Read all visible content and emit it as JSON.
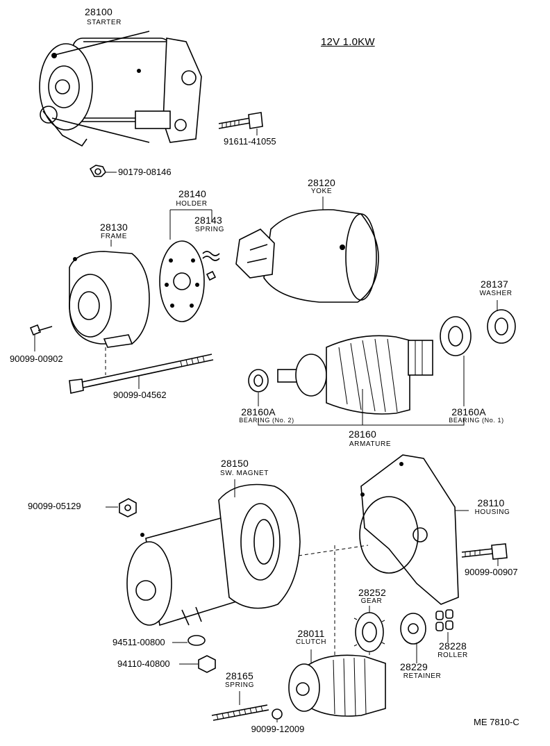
{
  "spec": "12V 1.0KW",
  "footer_code": "ME 7810-C",
  "parts": {
    "starter": {
      "number": "28100",
      "name": "STARTER"
    },
    "bolt_top": {
      "number": "91611-41055"
    },
    "nut_top": {
      "number": "90179-08146"
    },
    "holder": {
      "number": "28140",
      "name": "HOLDER"
    },
    "spring_brush": {
      "number": "28143",
      "name": "SPRING"
    },
    "yoke": {
      "number": "28120",
      "name": "YOKE"
    },
    "frame": {
      "number": "28130",
      "name": "FRAME"
    },
    "washer": {
      "number": "28137",
      "name": "WASHER"
    },
    "screw_frame": {
      "number": "90099-00902"
    },
    "through_bolt": {
      "number": "90099-04562"
    },
    "bearing_2": {
      "number": "28160A",
      "name": "BEARING (No. 2)"
    },
    "bearing_1": {
      "number": "28160A",
      "name": "BEARING (No. 1)"
    },
    "armature": {
      "number": "28160",
      "name": "ARMATURE"
    },
    "sw_magnet": {
      "number": "28150",
      "name": "SW. MAGNET"
    },
    "nut_magnet": {
      "number": "90099-05129"
    },
    "housing": {
      "number": "28110",
      "name": "HOUSING"
    },
    "bolt_housing": {
      "number": "90099-00907"
    },
    "gear": {
      "number": "28252",
      "name": "GEAR"
    },
    "clutch": {
      "number": "28011",
      "name": "CLUTCH"
    },
    "roller": {
      "number": "28228",
      "name": "ROLLER"
    },
    "retainer": {
      "number": "28229",
      "name": "RETAINER"
    },
    "washer_term": {
      "number": "94511-00800"
    },
    "nut_term": {
      "number": "94110-40800"
    },
    "spring_return": {
      "number": "28165",
      "name": "SPRING"
    },
    "ball": {
      "number": "90099-12009"
    }
  },
  "icons": {
    "starter": "starter-assembly-icon",
    "yoke": "yoke-icon",
    "frame": "frame-icon",
    "armature": "armature-icon",
    "housing": "housing-icon",
    "magnet": "magnetic-switch-icon"
  }
}
